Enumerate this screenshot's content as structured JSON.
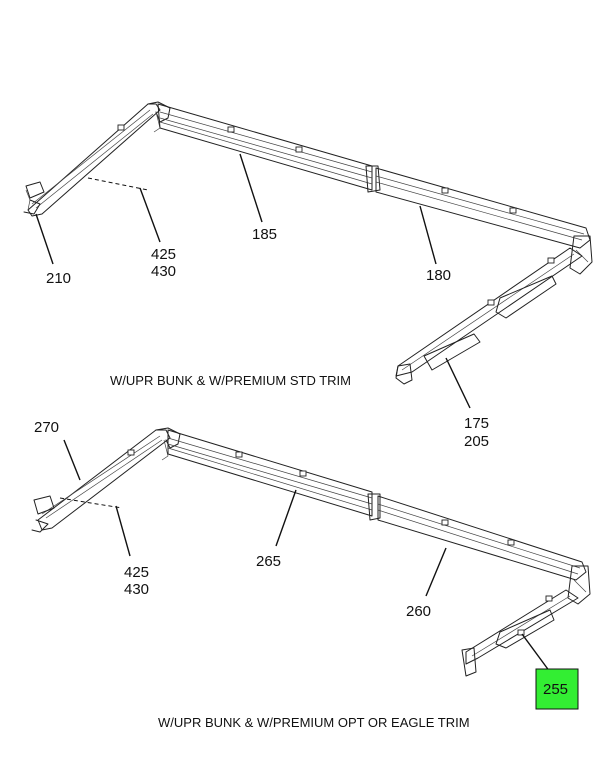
{
  "top_view": {
    "caption": "W/UPR BUNK & W/PREMIUM STD TRIM",
    "callouts": {
      "c210": "210",
      "c425": "425",
      "c430": "430",
      "c185": "185",
      "c180": "180",
      "c175": "175",
      "c205": "205"
    }
  },
  "bottom_view": {
    "caption": "W/UPR BUNK & W/PREMIUM OPT OR EAGLE TRIM",
    "callouts": {
      "c270": "270",
      "c425": "425",
      "c430": "430",
      "c265": "265",
      "c260": "260",
      "c255": "255"
    },
    "highlight_color": "#33ee33"
  }
}
